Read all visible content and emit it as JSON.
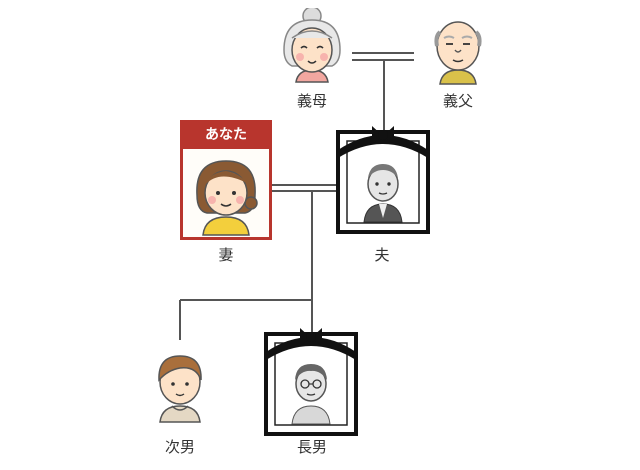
{
  "people": {
    "mother_in_law": "義母",
    "father_in_law": "義父",
    "you_badge": "あなた",
    "wife": "妻",
    "husband": "夫",
    "second_son": "次男",
    "eldest_son": "長男"
  },
  "colors": {
    "you_frame": "#b8352d",
    "line": "#555555",
    "mourning_frame": "#111111"
  },
  "icons": {
    "mother_in_law": "grandmother-avatar-icon",
    "father_in_law": "grandfather-avatar-icon",
    "wife": "woman-avatar-icon",
    "husband": "deceased-man-portrait-icon",
    "second_son": "young-man-avatar-icon",
    "eldest_son": "deceased-young-man-portrait-icon",
    "mourning_ribbon": "mourning-ribbon-icon"
  }
}
